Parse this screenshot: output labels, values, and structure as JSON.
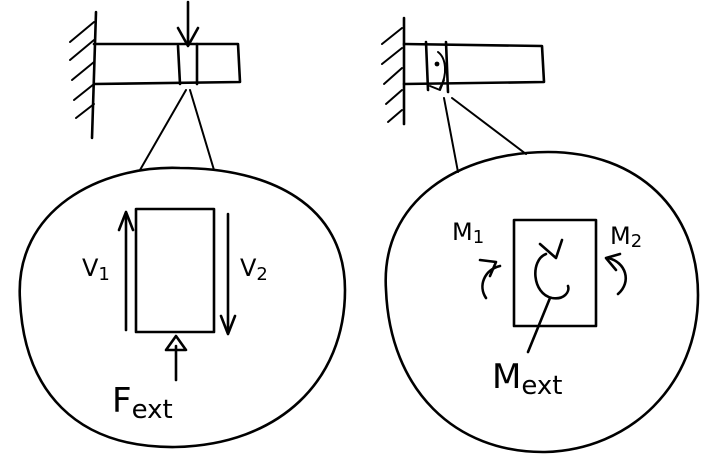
{
  "left_panel": {
    "shear_left": "V",
    "shear_left_index": "1",
    "shear_right": "V",
    "shear_right_index": "2",
    "force_symbol": "F",
    "force_subscript": "ext"
  },
  "right_panel": {
    "moment_left": "M",
    "moment_left_index": "1",
    "moment_right": "M",
    "moment_right_index": "2",
    "moment_symbol": "M",
    "moment_subscript": "ext"
  }
}
